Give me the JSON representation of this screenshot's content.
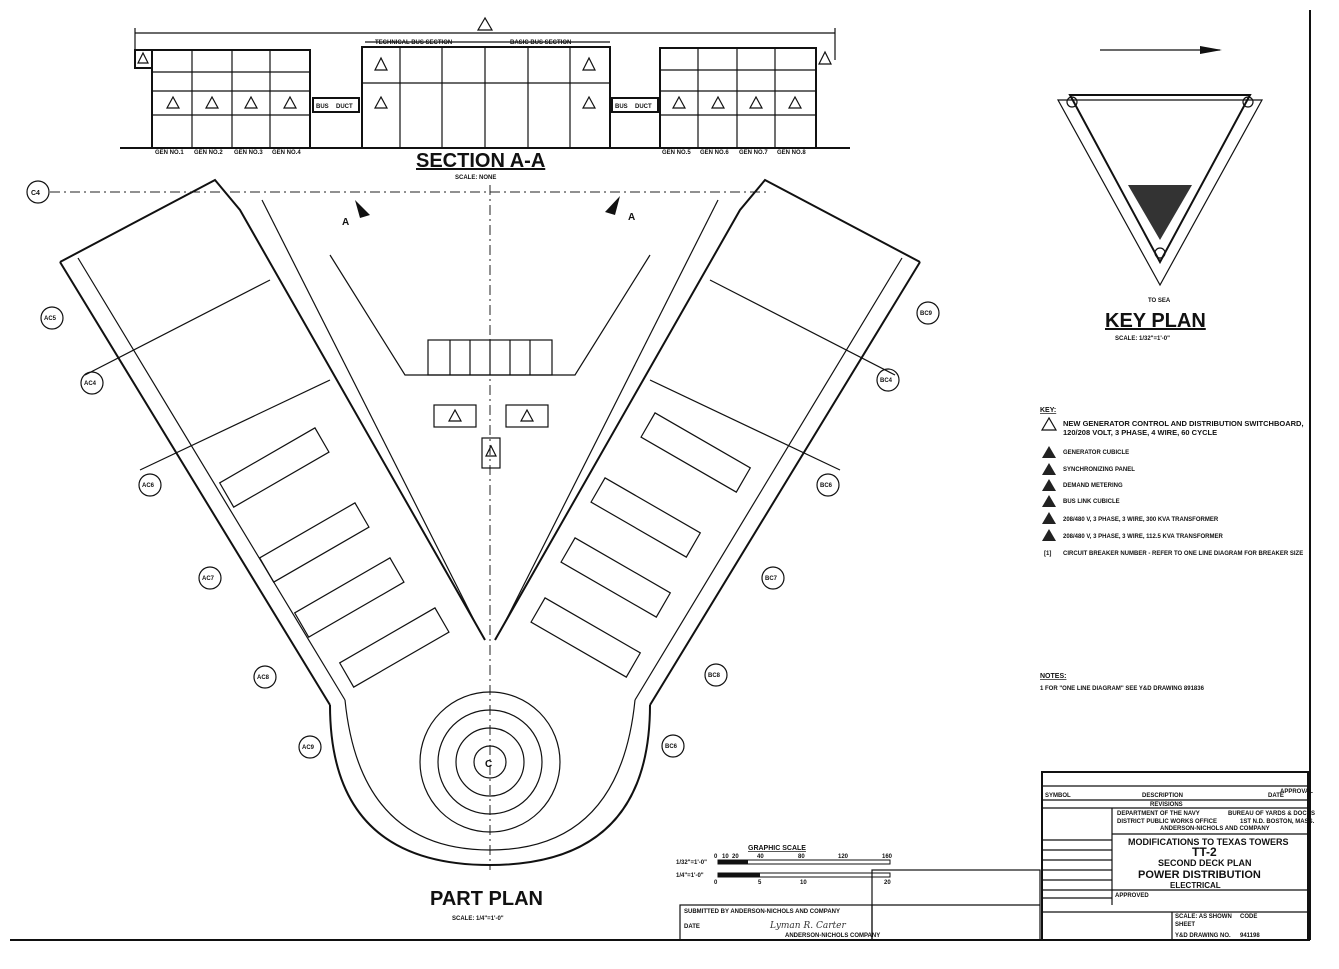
{
  "section": {
    "title": "SECTION A-A",
    "scale": "SCALE: NONE",
    "technical_bus": "TECHNICAL BUS SECTION",
    "basic_bus": "BASIC BUS SECTION",
    "bus_duct": [
      "BUS",
      "DUCT"
    ],
    "gens_left": [
      "GEN NO.1",
      "GEN NO.2",
      "GEN NO.3",
      "GEN NO.4"
    ],
    "gens_right": [
      "GEN NO.5",
      "GEN NO.6",
      "GEN NO.7",
      "GEN NO.8"
    ]
  },
  "plan": {
    "title": "PART PLAN",
    "scale": "SCALE: 1/4\"=1'-0\"",
    "center_mark": "C",
    "grid_c4": "C4",
    "section_marks": [
      "A",
      "A"
    ],
    "left_bubbles": [
      "AC5",
      "AC4",
      "AC6",
      "AC7",
      "AC8",
      "AC9"
    ],
    "right_bubbles": [
      "BC9",
      "BC4",
      "BC6",
      "BC7",
      "BC8",
      "BC6"
    ]
  },
  "key_plan": {
    "title": "KEY PLAN",
    "scale": "SCALE: 1/32\"=1'-0\"",
    "to_sea": "TO SEA"
  },
  "key": {
    "heading": "KEY:",
    "items": [
      {
        "sym": "1",
        "text": "NEW GENERATOR CONTROL AND DISTRIBUTION SWITCHBOARD, 120/208 VOLT, 3 PHASE, 4 WIRE, 60 CYCLE"
      },
      {
        "sym": "2",
        "text": "GENERATOR CUBICLE"
      },
      {
        "sym": "3",
        "text": "SYNCHRONIZING PANEL"
      },
      {
        "sym": "4",
        "text": "DEMAND METERING"
      },
      {
        "sym": "5",
        "text": "BUS LINK CUBICLE"
      },
      {
        "sym": "6",
        "text": "208/480 V, 3 PHASE, 3 WIRE, 300 KVA TRANSFORMER"
      },
      {
        "sym": "7",
        "text": "208/480 V, 3 PHASE, 3 WIRE, 112.5 KVA TRANSFORMER"
      },
      {
        "sym": "[1]",
        "text": "CIRCUIT BREAKER NUMBER - REFER TO ONE LINE DIAGRAM FOR BREAKER SIZE"
      }
    ]
  },
  "notes": {
    "heading": "NOTES:",
    "items": [
      "1 FOR \"ONE LINE DIAGRAM\" SEE Y&D DRAWING 891836"
    ]
  },
  "graphic_scale": {
    "title": "GRAPHIC SCALE",
    "row1_label": "1/32\"=1'-0\"",
    "row1_ticks": [
      "0",
      "10",
      "20",
      "40",
      "80",
      "120",
      "160"
    ],
    "row2_label": "1/4\"=1'-0\"",
    "row2_ticks": [
      "0",
      "5",
      "10",
      "20"
    ]
  },
  "title_block": {
    "symbol": "SYMBOL",
    "description": "DESCRIPTION",
    "date": "DATE",
    "approval": "APPROVAL",
    "revisions": "REVISIONS",
    "dept": "DEPARTMENT OF THE NAVY",
    "bureau": "BUREAU OF YARDS & DOCKS",
    "district": "DISTRICT PUBLIC WORKS OFFICE",
    "location": "1ST N.D. BOSTON, MASS.",
    "contractor": "ANDERSON-NICHOLS AND COMPANY",
    "line1": "MODIFICATIONS TO TEXAS TOWERS",
    "line2": "TT-2",
    "line3": "SECOND DECK PLAN",
    "line4": "POWER DISTRIBUTION",
    "line5": "ELECTRICAL",
    "approved": "APPROVED",
    "scale_as_shown": "SCALE: AS SHOWN",
    "code": "CODE",
    "sheet": "SHEET",
    "drawing_no": "Y&D DRAWING NO.",
    "drawing_num": "941198",
    "submitted": "SUBMITTED BY ANDERSON-NICHOLS AND COMPANY",
    "signature": "Lyman R. Carter",
    "firm": "ANDERSON-NICHOLS COMPANY",
    "date_label": "DATE"
  }
}
